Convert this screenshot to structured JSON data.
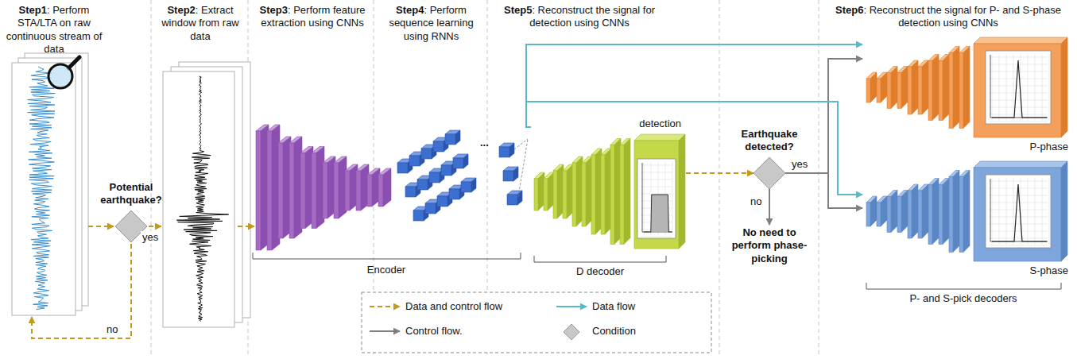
{
  "diagram": {
    "nodes": [
      {
        "text": [
          "Potential earthquake?"
        ]
      },
      {
        "text": [
          "detection"
        ]
      },
      {
        "text": [
          "Earthquake detected?"
        ]
      },
      {
        "text": [
          "P-phase"
        ]
      },
      {
        "text": [
          "S-phase"
        ]
      },
      {
        "text": [
          "No need to perform phase-picking"
        ]
      }
    ],
    "edges": [
      {
        "from": 1,
        "to": 2,
        "arrow": "to"
      },
      {
        "from": 2,
        "to": 3,
        "arrow": "to",
        "label": "yes"
      },
      {
        "from": 2,
        "to": 4,
        "arrow": "to"
      },
      {
        "from": 2,
        "to": 5,
        "arrow": "to",
        "label": "no"
      },
      {
        "from": 1,
        "to": 3,
        "arrow": "to"
      },
      {
        "from": 1,
        "to": 4,
        "arrow": "to"
      }
    ],
    "labels": [
      "Step1",
      ": Perform STA/LTA on raw continuous stream of data",
      "Step2",
      ": Extract window from raw data",
      "Step3",
      ": Perform feature extraction using CNNs",
      "Step4",
      ": Perform sequence learning using RNNs",
      "Step5",
      ": Reconstruct the signal for detection using CNNs",
      "Step6",
      ": Reconstruct the signal for P- and S-phase detection using CNNs",
      "yes",
      "no",
      "Encoder",
      "D decoder",
      "P- and S-pick decoders",
      "..."
    ],
    "legend": [
      {
        "text": "Data and control flow"
      },
      {
        "text": "Data flow"
      },
      {
        "text": "Control flow."
      },
      {
        "text": "Condition"
      }
    ]
  }
}
